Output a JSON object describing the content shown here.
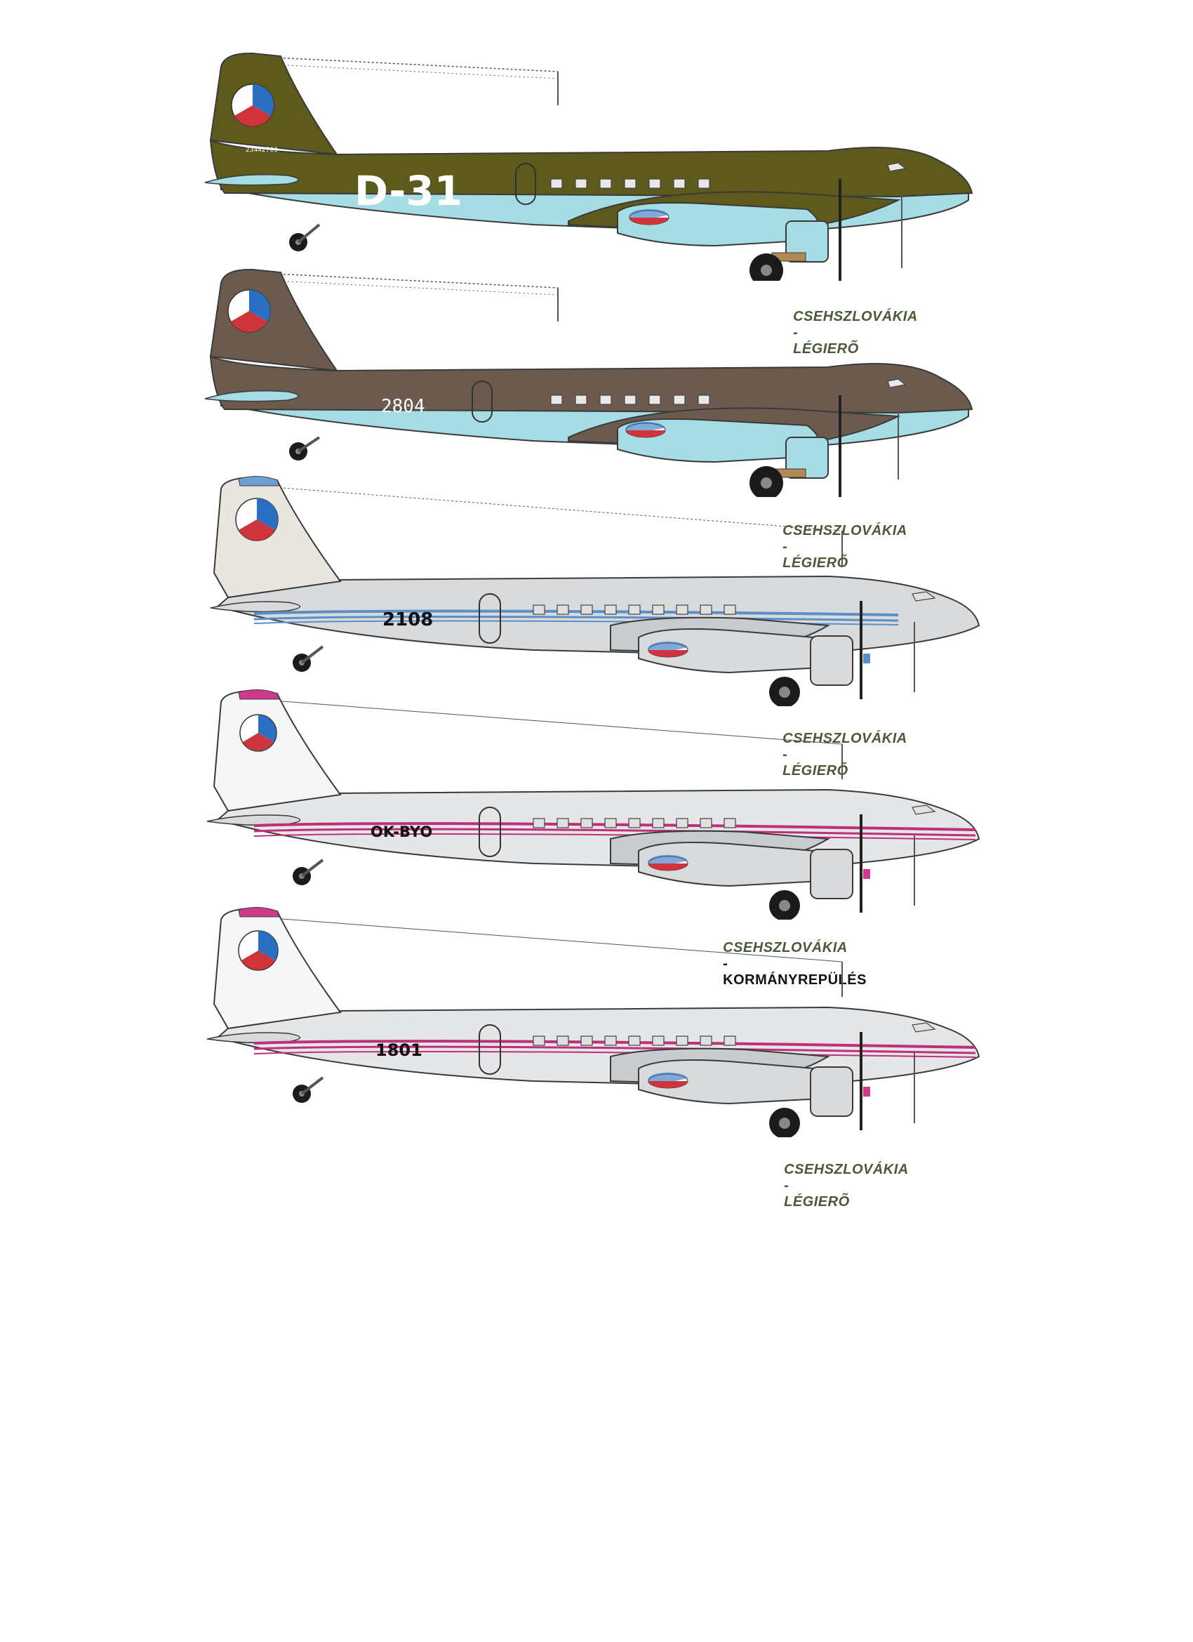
{
  "colors": {
    "olive": "#5e5a1c",
    "brown": "#6c5a4f",
    "light_blue": "#a6dde5",
    "silver": "#d8dadc",
    "stripe_blue": "#5a8fc8",
    "stripe_magenta": "#c0307a",
    "tail_blue": "#6f9fd2",
    "tail_magenta": "#d03a8c",
    "caption_green": "#4a5a36",
    "caption_black": "#111111",
    "roundel_red": "#d0343b",
    "roundel_blue": "#2b6fc2"
  },
  "aircraft": [
    {
      "code": "D-31",
      "tail_serial": "23442703",
      "scheme": "olive",
      "caption": {
        "left": "CSEHSZLOVÁKIA",
        "sep": "-",
        "right": "LÉGIERÕ"
      }
    },
    {
      "code": "2804",
      "tail_serial": "",
      "scheme": "brown",
      "caption": {
        "left": "CSEHSZLOVÁKIA",
        "sep": "-",
        "right": "LÉGIERÕ"
      }
    },
    {
      "code": "2108",
      "tail_serial": "",
      "scheme": "silver-blue",
      "caption": {
        "left": "CSEHSZLOVÁKIA",
        "sep": "-",
        "right": "LÉGIERÕ"
      }
    },
    {
      "code": "OK-BYO",
      "tail_serial": "",
      "scheme": "silver-magenta",
      "caption": {
        "left": "CSEHSZLOVÁKIA",
        "sep": "-",
        "right": "KORMÁNYREPÜLÉS"
      }
    },
    {
      "code": "1801",
      "tail_serial": "",
      "scheme": "silver-magenta",
      "caption": {
        "left": "CSEHSZLOVÁKIA",
        "sep": "-",
        "right": "LÉGIERÕ"
      }
    }
  ]
}
